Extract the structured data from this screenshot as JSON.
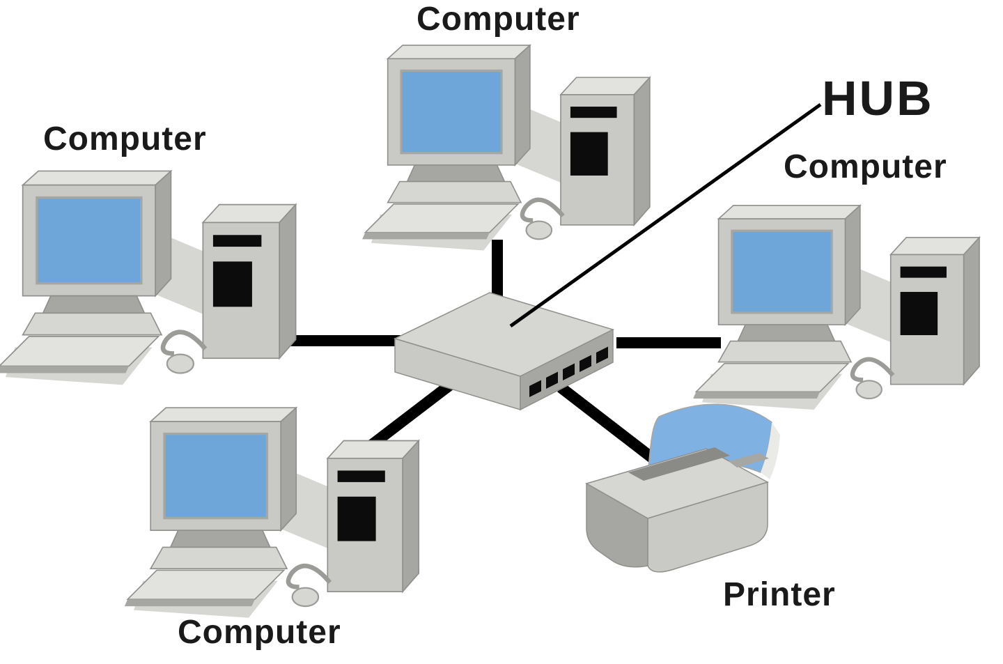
{
  "diagram": {
    "type": "network-topology",
    "topology": "star",
    "labels": {
      "computer_top": "Computer",
      "computer_left": "Computer",
      "computer_right": "Computer",
      "computer_bottom": "Computer",
      "printer": "Printer",
      "hub": "HUB"
    },
    "nodes": [
      {
        "id": "hub",
        "kind": "hub",
        "label": "HUB",
        "position": "center"
      },
      {
        "id": "computer-top",
        "kind": "computer",
        "label": "Computer",
        "position": "top"
      },
      {
        "id": "computer-left",
        "kind": "computer",
        "label": "Computer",
        "position": "left"
      },
      {
        "id": "computer-right",
        "kind": "computer",
        "label": "Computer",
        "position": "right"
      },
      {
        "id": "computer-bottom",
        "kind": "computer",
        "label": "Computer",
        "position": "bottom-left"
      },
      {
        "id": "printer",
        "kind": "printer",
        "label": "Printer",
        "position": "bottom-right"
      }
    ],
    "connections": [
      {
        "from": "computer-top",
        "to": "hub",
        "style": "thick-cable"
      },
      {
        "from": "computer-left",
        "to": "hub",
        "style": "thick-cable"
      },
      {
        "from": "computer-right",
        "to": "hub",
        "style": "thick-cable"
      },
      {
        "from": "computer-bottom",
        "to": "hub",
        "style": "thick-cable"
      },
      {
        "from": "printer",
        "to": "hub",
        "style": "thick-cable"
      },
      {
        "from": "hub-label",
        "to": "hub",
        "style": "thin-pointer-line"
      }
    ],
    "colors": {
      "background": "#FFFFFF",
      "screen_blue": "#6FA6DA",
      "paper_blue": "#7FB2E2",
      "gray_lightest": "#E2E2DE",
      "gray_light": "#D6D6D2",
      "gray_mid": "#C9C9C5",
      "gray_dark": "#A6A6A2",
      "gray_deep": "#8A8A86",
      "black": "#0C0C0C",
      "line_black": "#000000",
      "label_black": "#1A1A1A"
    }
  }
}
